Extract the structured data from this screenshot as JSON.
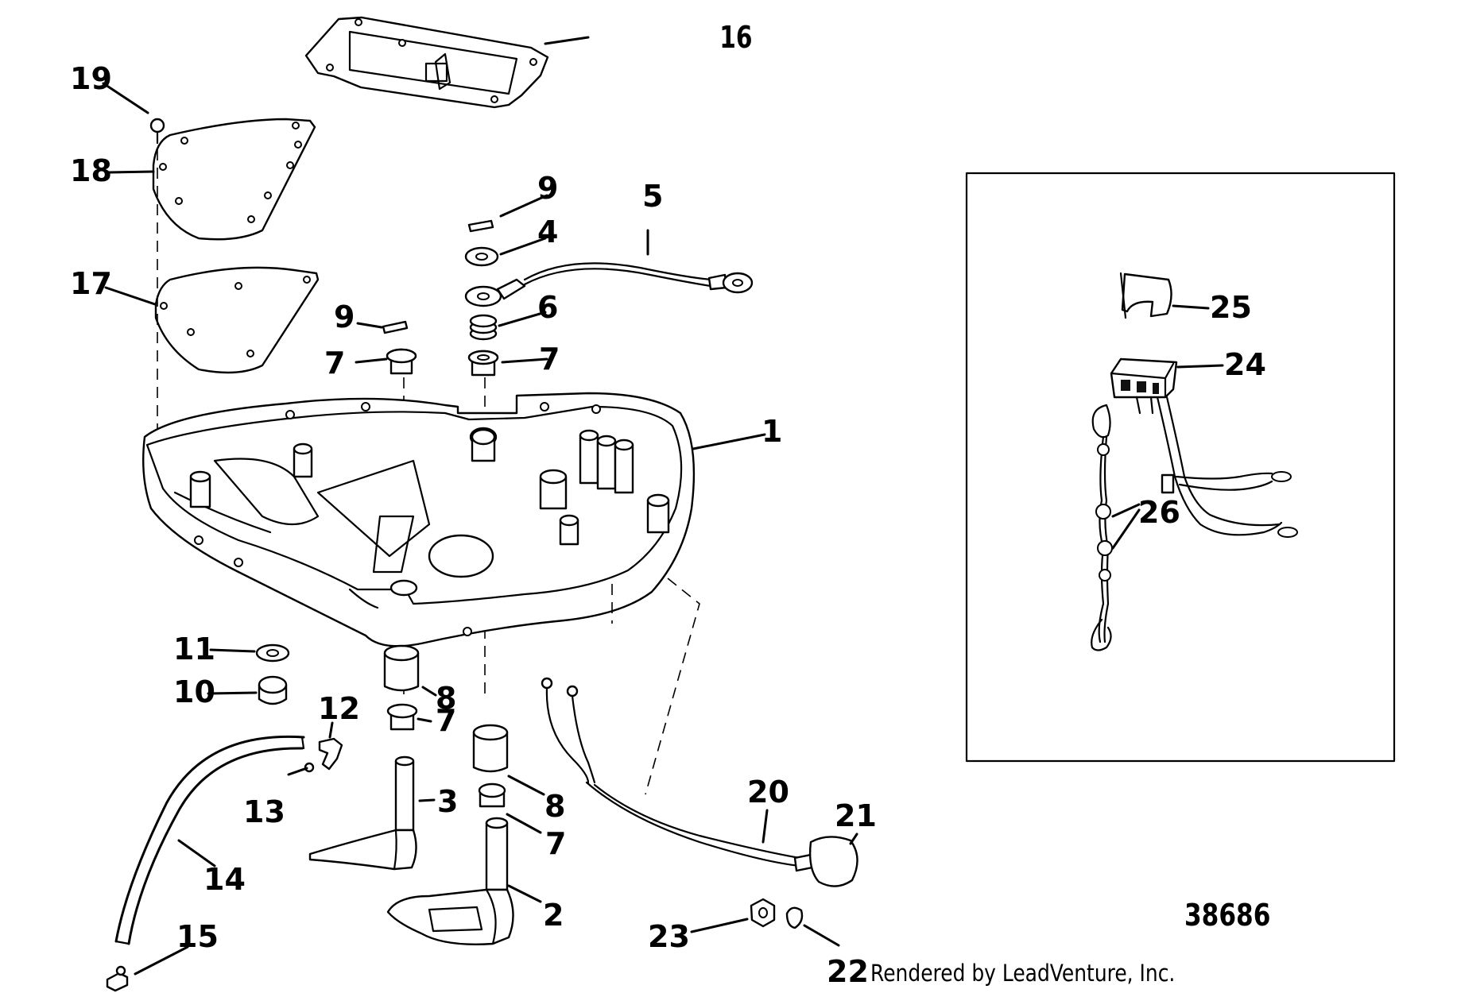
{
  "diagram": {
    "figure_number": "38686",
    "credit": "Rendered by LeadVenture, Inc.",
    "callouts": [
      {
        "id": "c16",
        "label": "16"
      },
      {
        "id": "c19",
        "label": "19"
      },
      {
        "id": "c18",
        "label": "18"
      },
      {
        "id": "c17",
        "label": "17"
      },
      {
        "id": "c9a",
        "label": "9"
      },
      {
        "id": "c5",
        "label": "5"
      },
      {
        "id": "c4",
        "label": "4"
      },
      {
        "id": "c9b",
        "label": "9"
      },
      {
        "id": "c6",
        "label": "6"
      },
      {
        "id": "c7a",
        "label": "7"
      },
      {
        "id": "c7b",
        "label": "7"
      },
      {
        "id": "c1",
        "label": "1"
      },
      {
        "id": "c11",
        "label": "11"
      },
      {
        "id": "c10",
        "label": "10"
      },
      {
        "id": "c8a",
        "label": "8"
      },
      {
        "id": "c12",
        "label": "12"
      },
      {
        "id": "c7c",
        "label": "7"
      },
      {
        "id": "c13",
        "label": "13"
      },
      {
        "id": "c3",
        "label": "3"
      },
      {
        "id": "c8b",
        "label": "8"
      },
      {
        "id": "c14",
        "label": "14"
      },
      {
        "id": "c7d",
        "label": "7"
      },
      {
        "id": "c20",
        "label": "20"
      },
      {
        "id": "c21",
        "label": "21"
      },
      {
        "id": "c2",
        "label": "2"
      },
      {
        "id": "c15",
        "label": "15"
      },
      {
        "id": "c23",
        "label": "23"
      },
      {
        "id": "c22",
        "label": "22"
      },
      {
        "id": "c25",
        "label": "25"
      },
      {
        "id": "c24",
        "label": "24"
      },
      {
        "id": "c26",
        "label": "26"
      }
    ]
  }
}
